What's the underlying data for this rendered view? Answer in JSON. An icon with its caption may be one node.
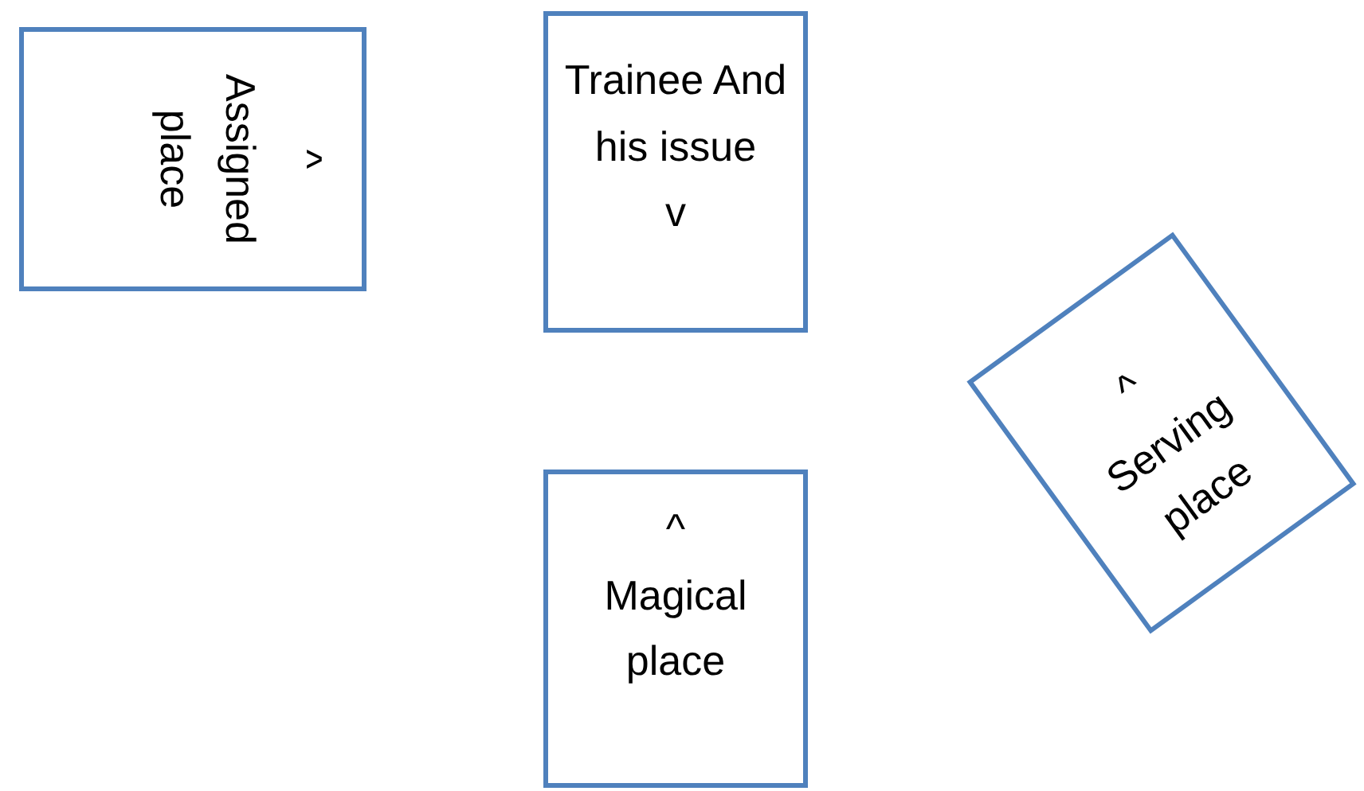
{
  "diagram": {
    "nodes": [
      {
        "text": [
          "^",
          "Assigned place"
        ]
      },
      {
        "text": [
          "Trainee And his issue",
          "v"
        ]
      },
      {
        "text": [
          "^",
          "Magical place"
        ]
      },
      {
        "text": [
          "^",
          "Serving place"
        ]
      }
    ]
  }
}
